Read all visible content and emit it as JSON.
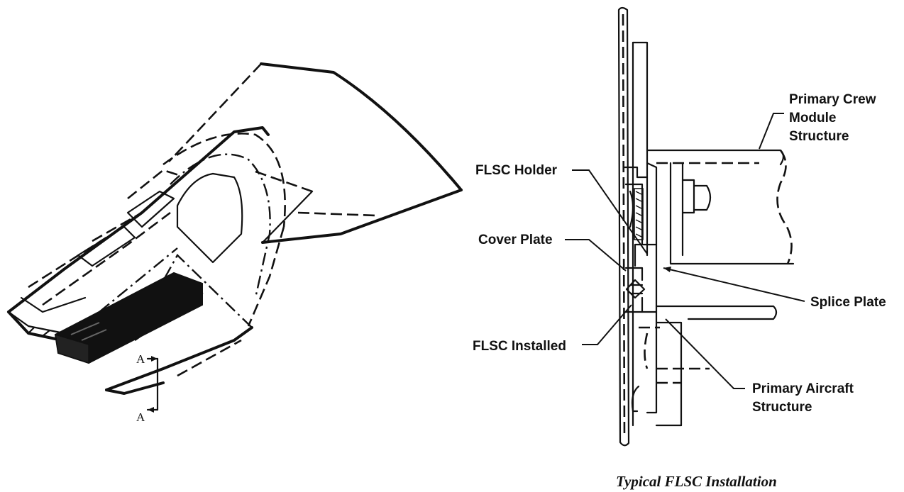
{
  "labels": {
    "primary_crew_module_structure": [
      "Primary Crew",
      "Module",
      "Structure"
    ],
    "flsc_holder": "FLSC Holder",
    "cover_plate": "Cover Plate",
    "splice_plate": "Splice Plate",
    "flsc_installed": "FLSC Installed",
    "primary_aircraft_structure": [
      "Primary Aircraft",
      "Structure"
    ]
  },
  "section_marker": {
    "top": "A",
    "bottom": "A"
  },
  "caption": "Typical FLSC Installation"
}
